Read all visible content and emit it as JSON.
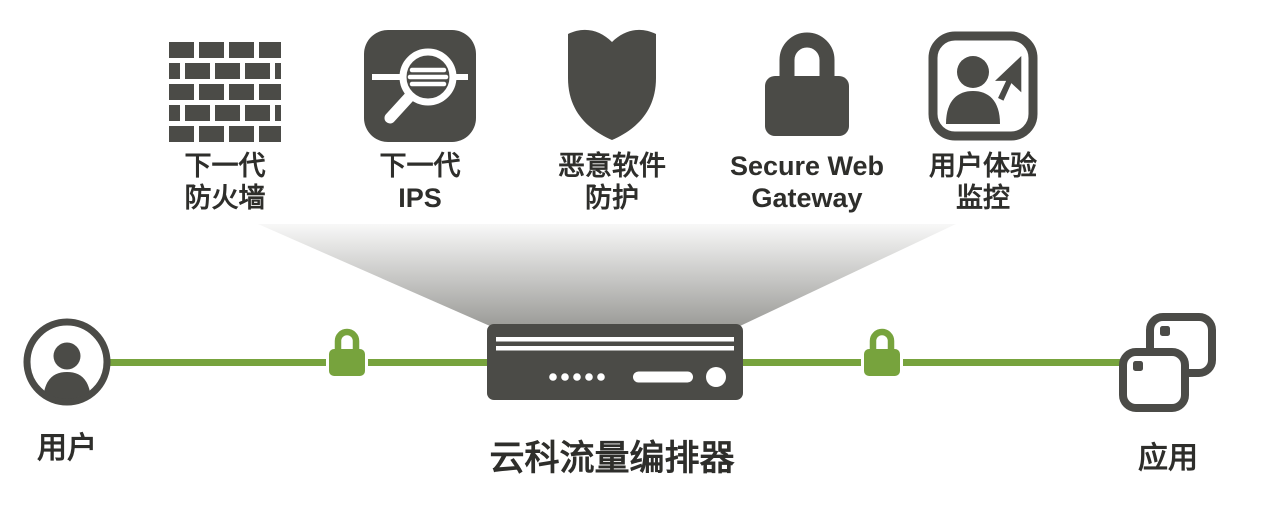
{
  "diagram": {
    "services": [
      {
        "label": "下一代\n防火墙"
      },
      {
        "label": "下一代\nIPS"
      },
      {
        "label": "恶意软件\n防护"
      },
      {
        "label": "Secure Web\nGateway"
      },
      {
        "label": "用户体验\n监控"
      }
    ],
    "endpoints": {
      "user": "用户",
      "orchestrator": "云科流量编排器",
      "app": "应用"
    },
    "colors": {
      "dark": "#4b4b47",
      "green": "#77a33d",
      "text": "#2e2e2b"
    }
  }
}
